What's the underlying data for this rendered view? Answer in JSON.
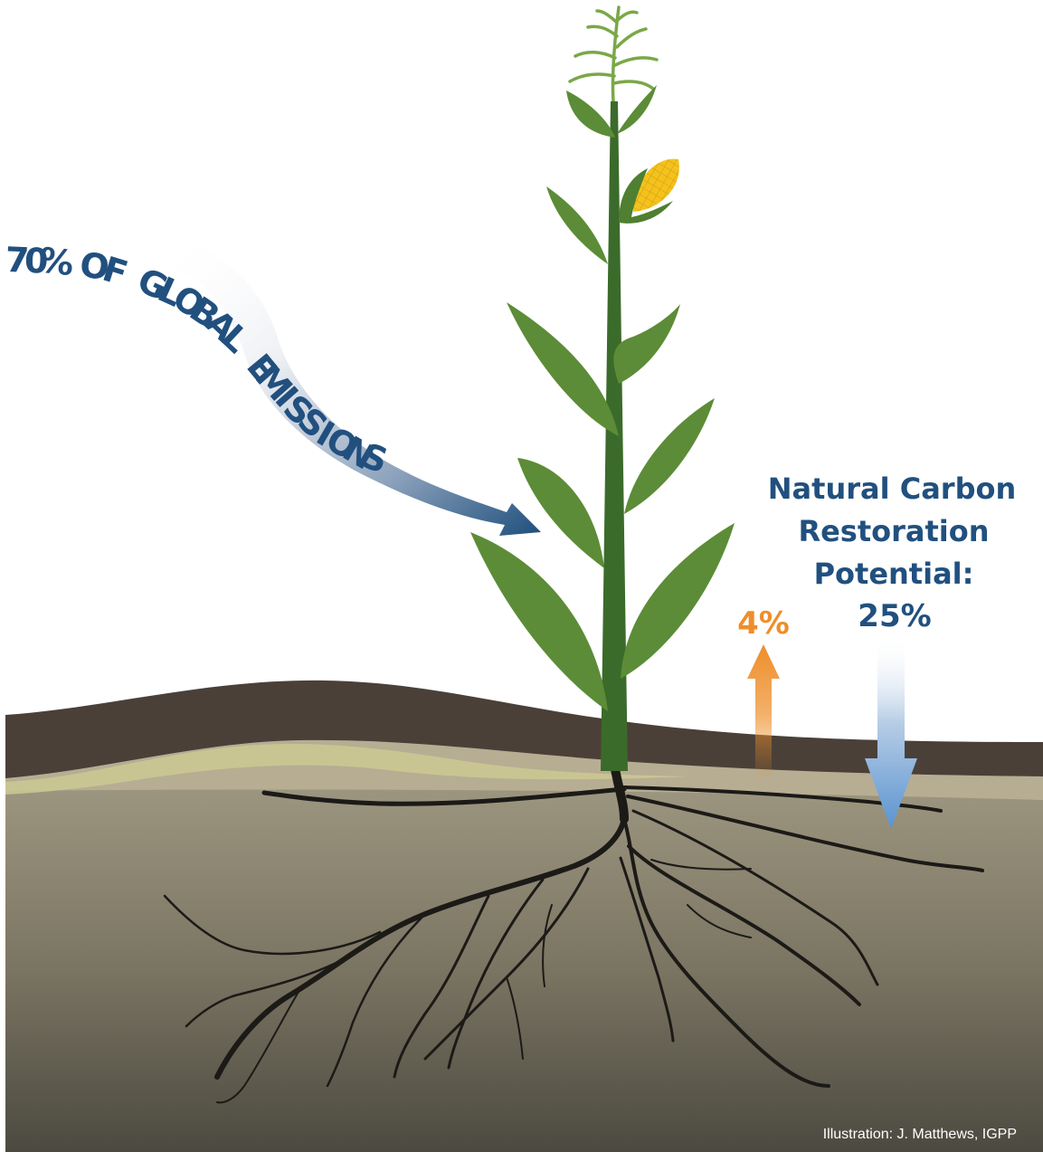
{
  "labels": {
    "emissions_arrow": "70% OF GLOBAL EMISSIONS",
    "soil_release": "4%",
    "restoration_line1": "Natural Carbon",
    "restoration_line2": "Restoration",
    "restoration_line3": "Potential:",
    "restoration_value": "25%",
    "credit": "Illustration: J. Matthews, IGPP"
  },
  "icons": {
    "plant": "corn-plant-icon",
    "cob": "corn-cob-icon",
    "roots": "root-system-icon",
    "emissions_arrow": "curved-arrow-down-right-icon",
    "release_arrow": "arrow-up-icon",
    "restoration_arrow": "arrow-down-icon"
  },
  "colors": {
    "emissions_text": "#21507f",
    "release_arrow": "#ee8e2a",
    "restoration_arrow": "#5d95cf",
    "soil_dark": "#4a4038",
    "soil_light": "#b8ad92",
    "soil_body": "#8d8670",
    "leaf": "#5a8a36",
    "stalk": "#3b6b2a",
    "root": "#1c1a17"
  }
}
